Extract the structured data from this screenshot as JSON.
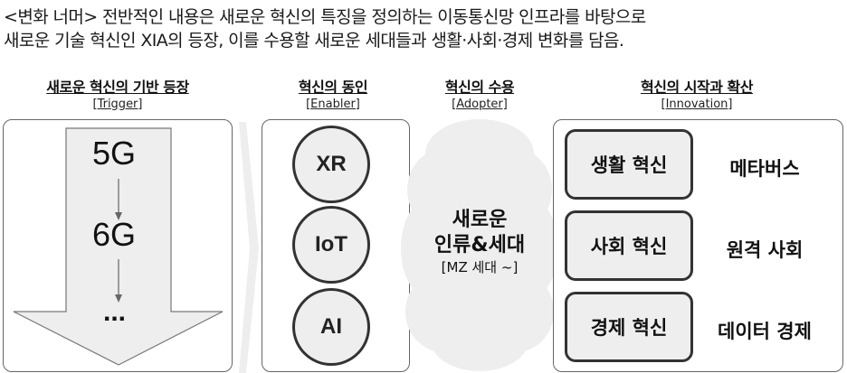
{
  "intro": {
    "line1": "<변화 너머> 전반적인 내용은 새로운 혁신의 특징을 정의하는 이동통신망 인프라를 바탕으로",
    "line2": "새로운 기술 혁신인 XIA의 등장, 이를 수용할 새로운 세대들과 생활·사회·경제 변화를 담음."
  },
  "sections": {
    "trigger": {
      "title": "새로운 혁신의 기반 등장",
      "subtitle": "[Trigger]",
      "items": [
        "5G",
        "6G",
        "..."
      ]
    },
    "enabler": {
      "title": "혁신의 동인",
      "subtitle": "[Enabler]",
      "items": [
        "XR",
        "IoT",
        "AI"
      ]
    },
    "adopter": {
      "title": "혁신의 수용",
      "subtitle": "[Adopter]",
      "line1": "새로운",
      "line2": "인류&세대",
      "line3": "[MZ 세대 ~]"
    },
    "innovation": {
      "title": "혁신의 시작과 확산",
      "subtitle": "[Innovation]",
      "rows": [
        {
          "box": "생활 혁신",
          "label": "메타버스"
        },
        {
          "box": "사회 혁신",
          "label": "원격 사회"
        },
        {
          "box": "경제 혁신",
          "label": "데이터 경제"
        }
      ]
    }
  },
  "colors": {
    "fill": "#eeeeee",
    "border": "#333333",
    "panel_border": "#666666"
  }
}
